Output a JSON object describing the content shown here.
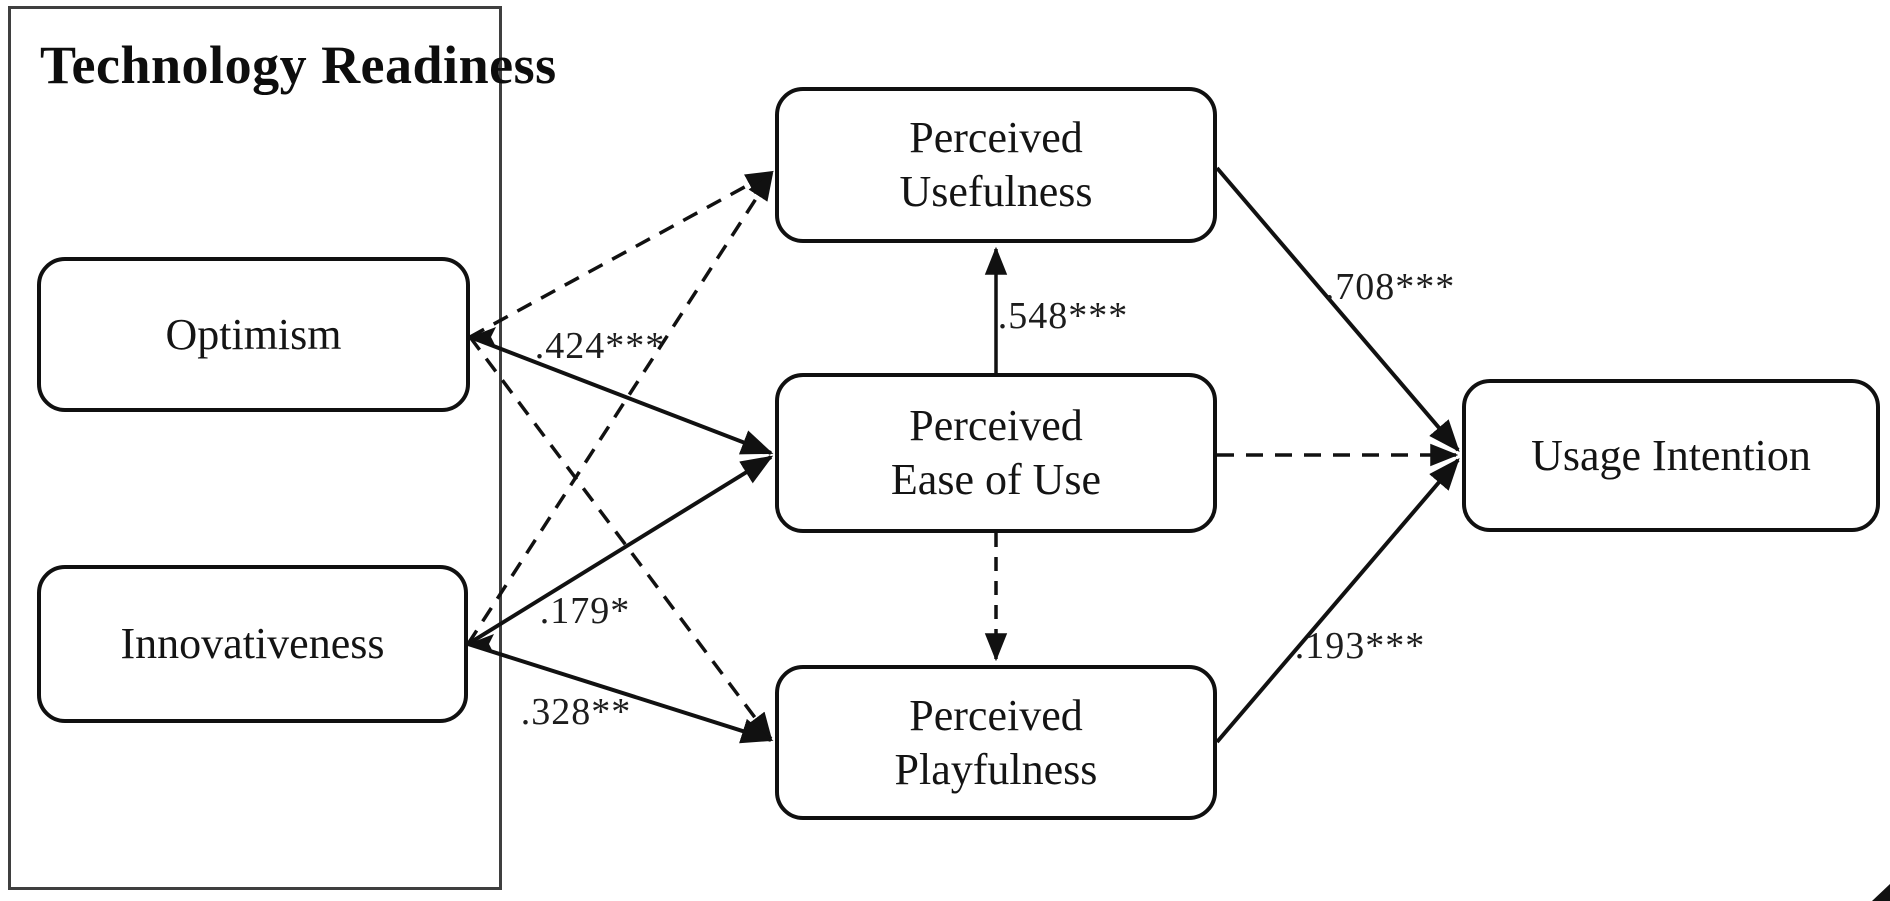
{
  "title": "Technology Readiness",
  "nodes": {
    "optimism": {
      "label": "Optimism"
    },
    "innovativeness": {
      "label": "Innovativeness"
    },
    "perceived_usefulness": {
      "lines": [
        "Perceived",
        "Usefulness"
      ]
    },
    "perceived_ease_of_use": {
      "lines": [
        "Perceived",
        "Ease of Use"
      ]
    },
    "perceived_playfulness": {
      "lines": [
        "Perceived",
        "Playfulness"
      ]
    },
    "usage_intention": {
      "label": "Usage Intention"
    }
  },
  "paths": [
    {
      "from": "Optimism",
      "to": "Perceived Usefulness",
      "style": "dashed",
      "coefficient": null
    },
    {
      "from": "Optimism",
      "to": "Perceived Ease of Use",
      "style": "solid",
      "coefficient": ".424***"
    },
    {
      "from": "Optimism",
      "to": "Perceived Playfulness",
      "style": "dashed",
      "coefficient": null
    },
    {
      "from": "Innovativeness",
      "to": "Perceived Usefulness",
      "style": "dashed",
      "coefficient": null
    },
    {
      "from": "Innovativeness",
      "to": "Perceived Ease of Use",
      "style": "solid",
      "coefficient": ".179*"
    },
    {
      "from": "Innovativeness",
      "to": "Perceived Playfulness",
      "style": "solid",
      "coefficient": ".328**"
    },
    {
      "from": "Perceived Ease of Use",
      "to": "Perceived Usefulness",
      "style": "solid",
      "coefficient": ".548***"
    },
    {
      "from": "Perceived Ease of Use",
      "to": "Perceived Playfulness",
      "style": "dashed",
      "coefficient": null
    },
    {
      "from": "Perceived Usefulness",
      "to": "Usage Intention",
      "style": "solid",
      "coefficient": ".708***"
    },
    {
      "from": "Perceived Ease of Use",
      "to": "Usage Intention",
      "style": "dashed",
      "coefficient": null
    },
    {
      "from": "Perceived Playfulness",
      "to": "Usage Intention",
      "style": "solid",
      "coefficient": ".193***"
    }
  ],
  "colors": {
    "line": "#111111",
    "box_border": "#101010",
    "outer_border": "#3f3f3f",
    "text": "#141414",
    "background": "#ffffff"
  }
}
